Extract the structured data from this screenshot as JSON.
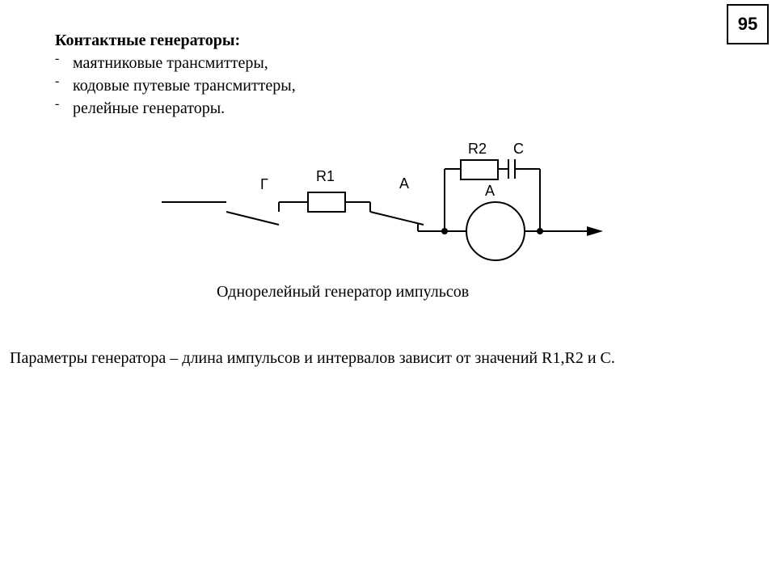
{
  "page_number": "95",
  "heading": "Контактные генераторы:",
  "bullets": [
    "маятниковые трансмиттеры,",
    "кодовые путевые трансмиттеры,",
    "релейные генераторы."
  ],
  "diagram": {
    "labels": {
      "g": "Г",
      "r1": "R1",
      "a_contact": "А",
      "r2": "R2",
      "c": "С",
      "a_relay": "А"
    },
    "caption": "Однорелейный генератор импульсов"
  },
  "parameters_text": "Параметры генератора – длина импульсов и интервалов зависит от значений R1,R2 и С."
}
